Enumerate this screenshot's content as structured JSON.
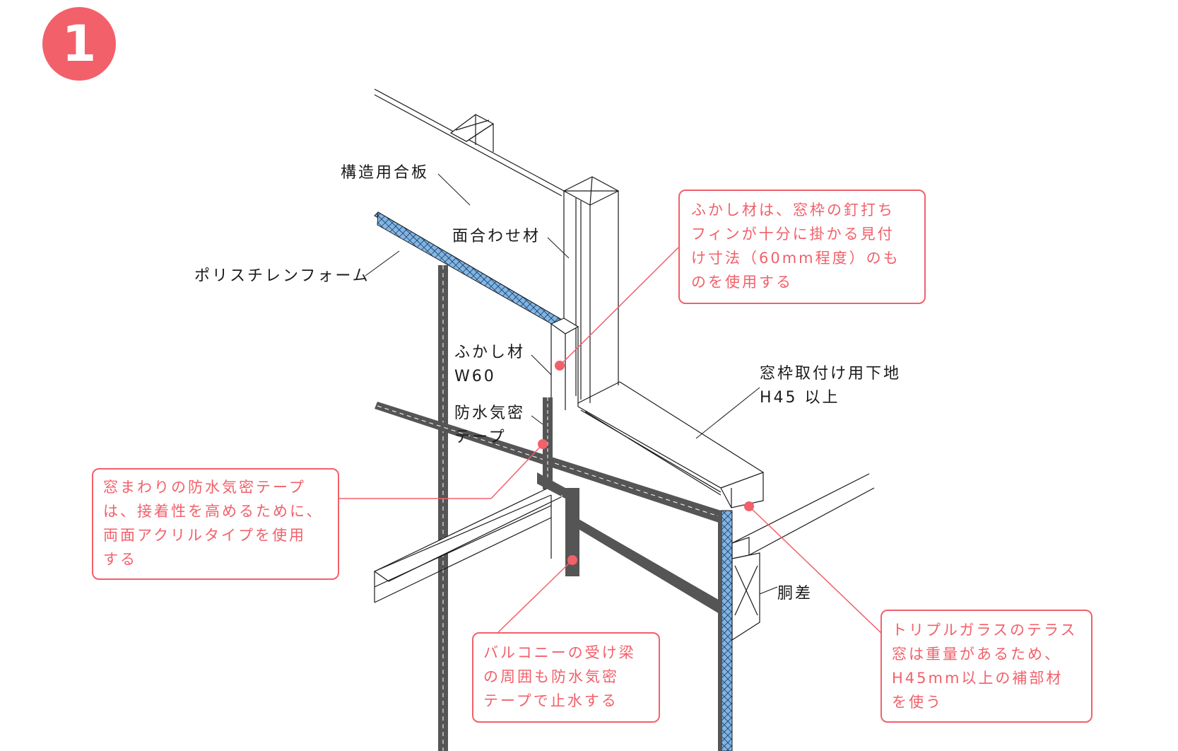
{
  "badge": {
    "number": "1",
    "color": "#f2606a"
  },
  "colors": {
    "accent": "#f2606a",
    "tape": "#555555",
    "foam": "#7fb5e6",
    "line": "#1a1a1a"
  },
  "labels": {
    "plywood": "構造用合板",
    "joint_member": "面合わせ材",
    "polystyrene": "ポリスチレンフォーム",
    "furring_1": "ふかし材",
    "furring_2": "W60",
    "tape_1": "防水気密",
    "tape_2": "テープ",
    "window_base_1": "窓枠取付け用下地",
    "window_base_2": "H45 以上",
    "dousa": "胴差"
  },
  "callouts": {
    "furring_note": [
      "ふかし材は、窓枠の釘打ち",
      "フィンが十分に掛かる見付",
      "け寸法（60mm程度）のも",
      "のを使用する"
    ],
    "tape_note": [
      "窓まわりの防水気密テープ",
      "は、接着性を高めるために、",
      "両面アクリルタイプを使用",
      "する"
    ],
    "balcony_note": [
      "バルコニーの受け梁",
      "の周囲も防水気密",
      "テープで止水する"
    ],
    "glass_note": [
      "トリプルガラスのテラス",
      "窓は重量があるため、",
      "H45mm以上の補部材",
      "を使う"
    ]
  }
}
